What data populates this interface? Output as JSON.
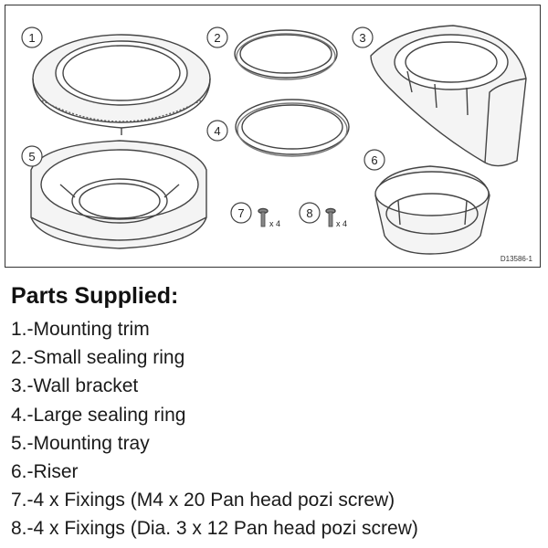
{
  "figure": {
    "code": "D13586-1",
    "callouts": [
      "1",
      "2",
      "3",
      "4",
      "5",
      "6",
      "7",
      "8"
    ],
    "qty_labels": [
      "x 4",
      "x 4"
    ]
  },
  "parts": {
    "heading": "Parts Supplied:",
    "items": [
      "1.-Mounting trim",
      "2.-Small sealing ring",
      "3.-Wall bracket",
      "4.-Large sealing ring",
      "5.-Mounting tray",
      "6.-Riser",
      "7.-4 x Fixings (M4 x 20 Pan head pozi screw)",
      "8.-4 x Fixings (Dia. 3 x 12 Pan head pozi screw)"
    ]
  }
}
